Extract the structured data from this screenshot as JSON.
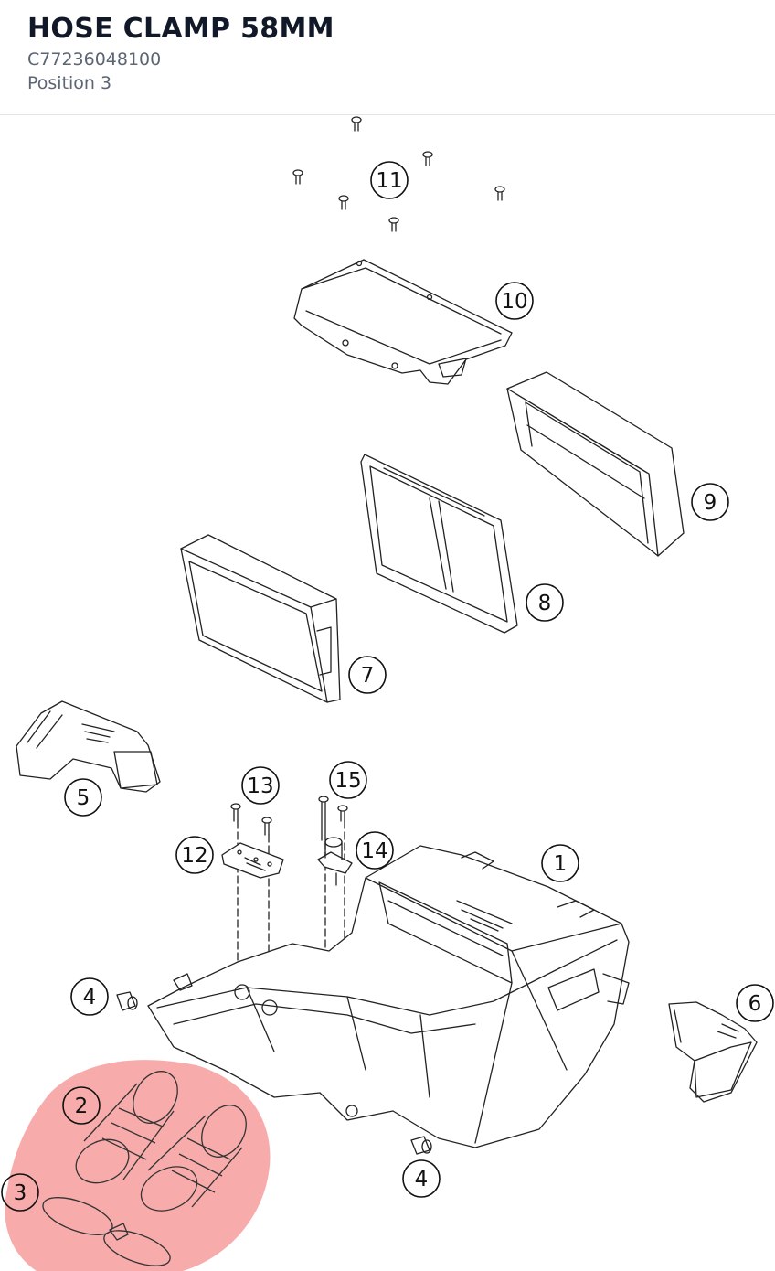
{
  "part": {
    "title": "HOSE CLAMP 58MM",
    "number": "C77236048100",
    "position": "Position 3"
  },
  "diagram": {
    "callouts": [
      "11",
      "10",
      "9",
      "8",
      "7",
      "5",
      "13",
      "15",
      "12",
      "14",
      "1",
      "4",
      "6",
      "2",
      "4",
      "3"
    ],
    "highlighted_items": [
      "2",
      "3"
    ],
    "highlight_color": "#ef4444"
  }
}
